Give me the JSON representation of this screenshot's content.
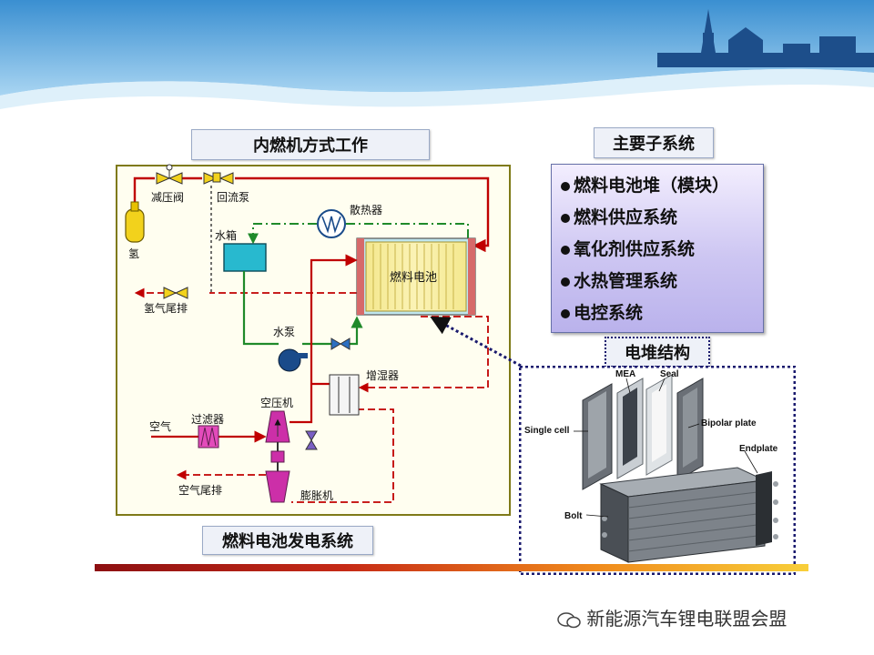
{
  "left_panel": {
    "title": "内燃机方式工作",
    "caption": "燃料电池发电系统",
    "labels": {
      "pressure_valve": "减压阀",
      "recirc_pump": "回流泵",
      "hydrogen": "氢",
      "water_tank": "水箱",
      "radiator": "散热器",
      "fuel_cell": "燃料电池",
      "hydrogen_exhaust": "氢气尾排",
      "water_pump": "水泵",
      "humidifier": "增湿器",
      "air_compressor": "空压机",
      "air": "空气",
      "filter": "过滤器",
      "air_exhaust": "空气尾排",
      "expander": "膨胀机"
    }
  },
  "subsystems": {
    "title": "主要子系统",
    "items": [
      "燃料电池堆（模块）",
      "燃料供应系统",
      "氧化剂供应系统",
      "水热管理系统",
      "电控系统"
    ]
  },
  "stack": {
    "title": "电堆结构",
    "labels": {
      "mea": "MEA",
      "seal": "Seal",
      "single_cell": "Single cell",
      "bipolar_plate": "Bipolar plate",
      "endplate": "Endplate",
      "bolt": "Bolt"
    }
  },
  "watermark": "新能源汽车锂电联盟会盟",
  "colors": {
    "hydrogen_line": "#c00000",
    "water_line": "#1f8a2a",
    "coolant_line": "#1f8a2a",
    "panel_border": "#7f7a18",
    "compressor": "#cc2fa8"
  }
}
